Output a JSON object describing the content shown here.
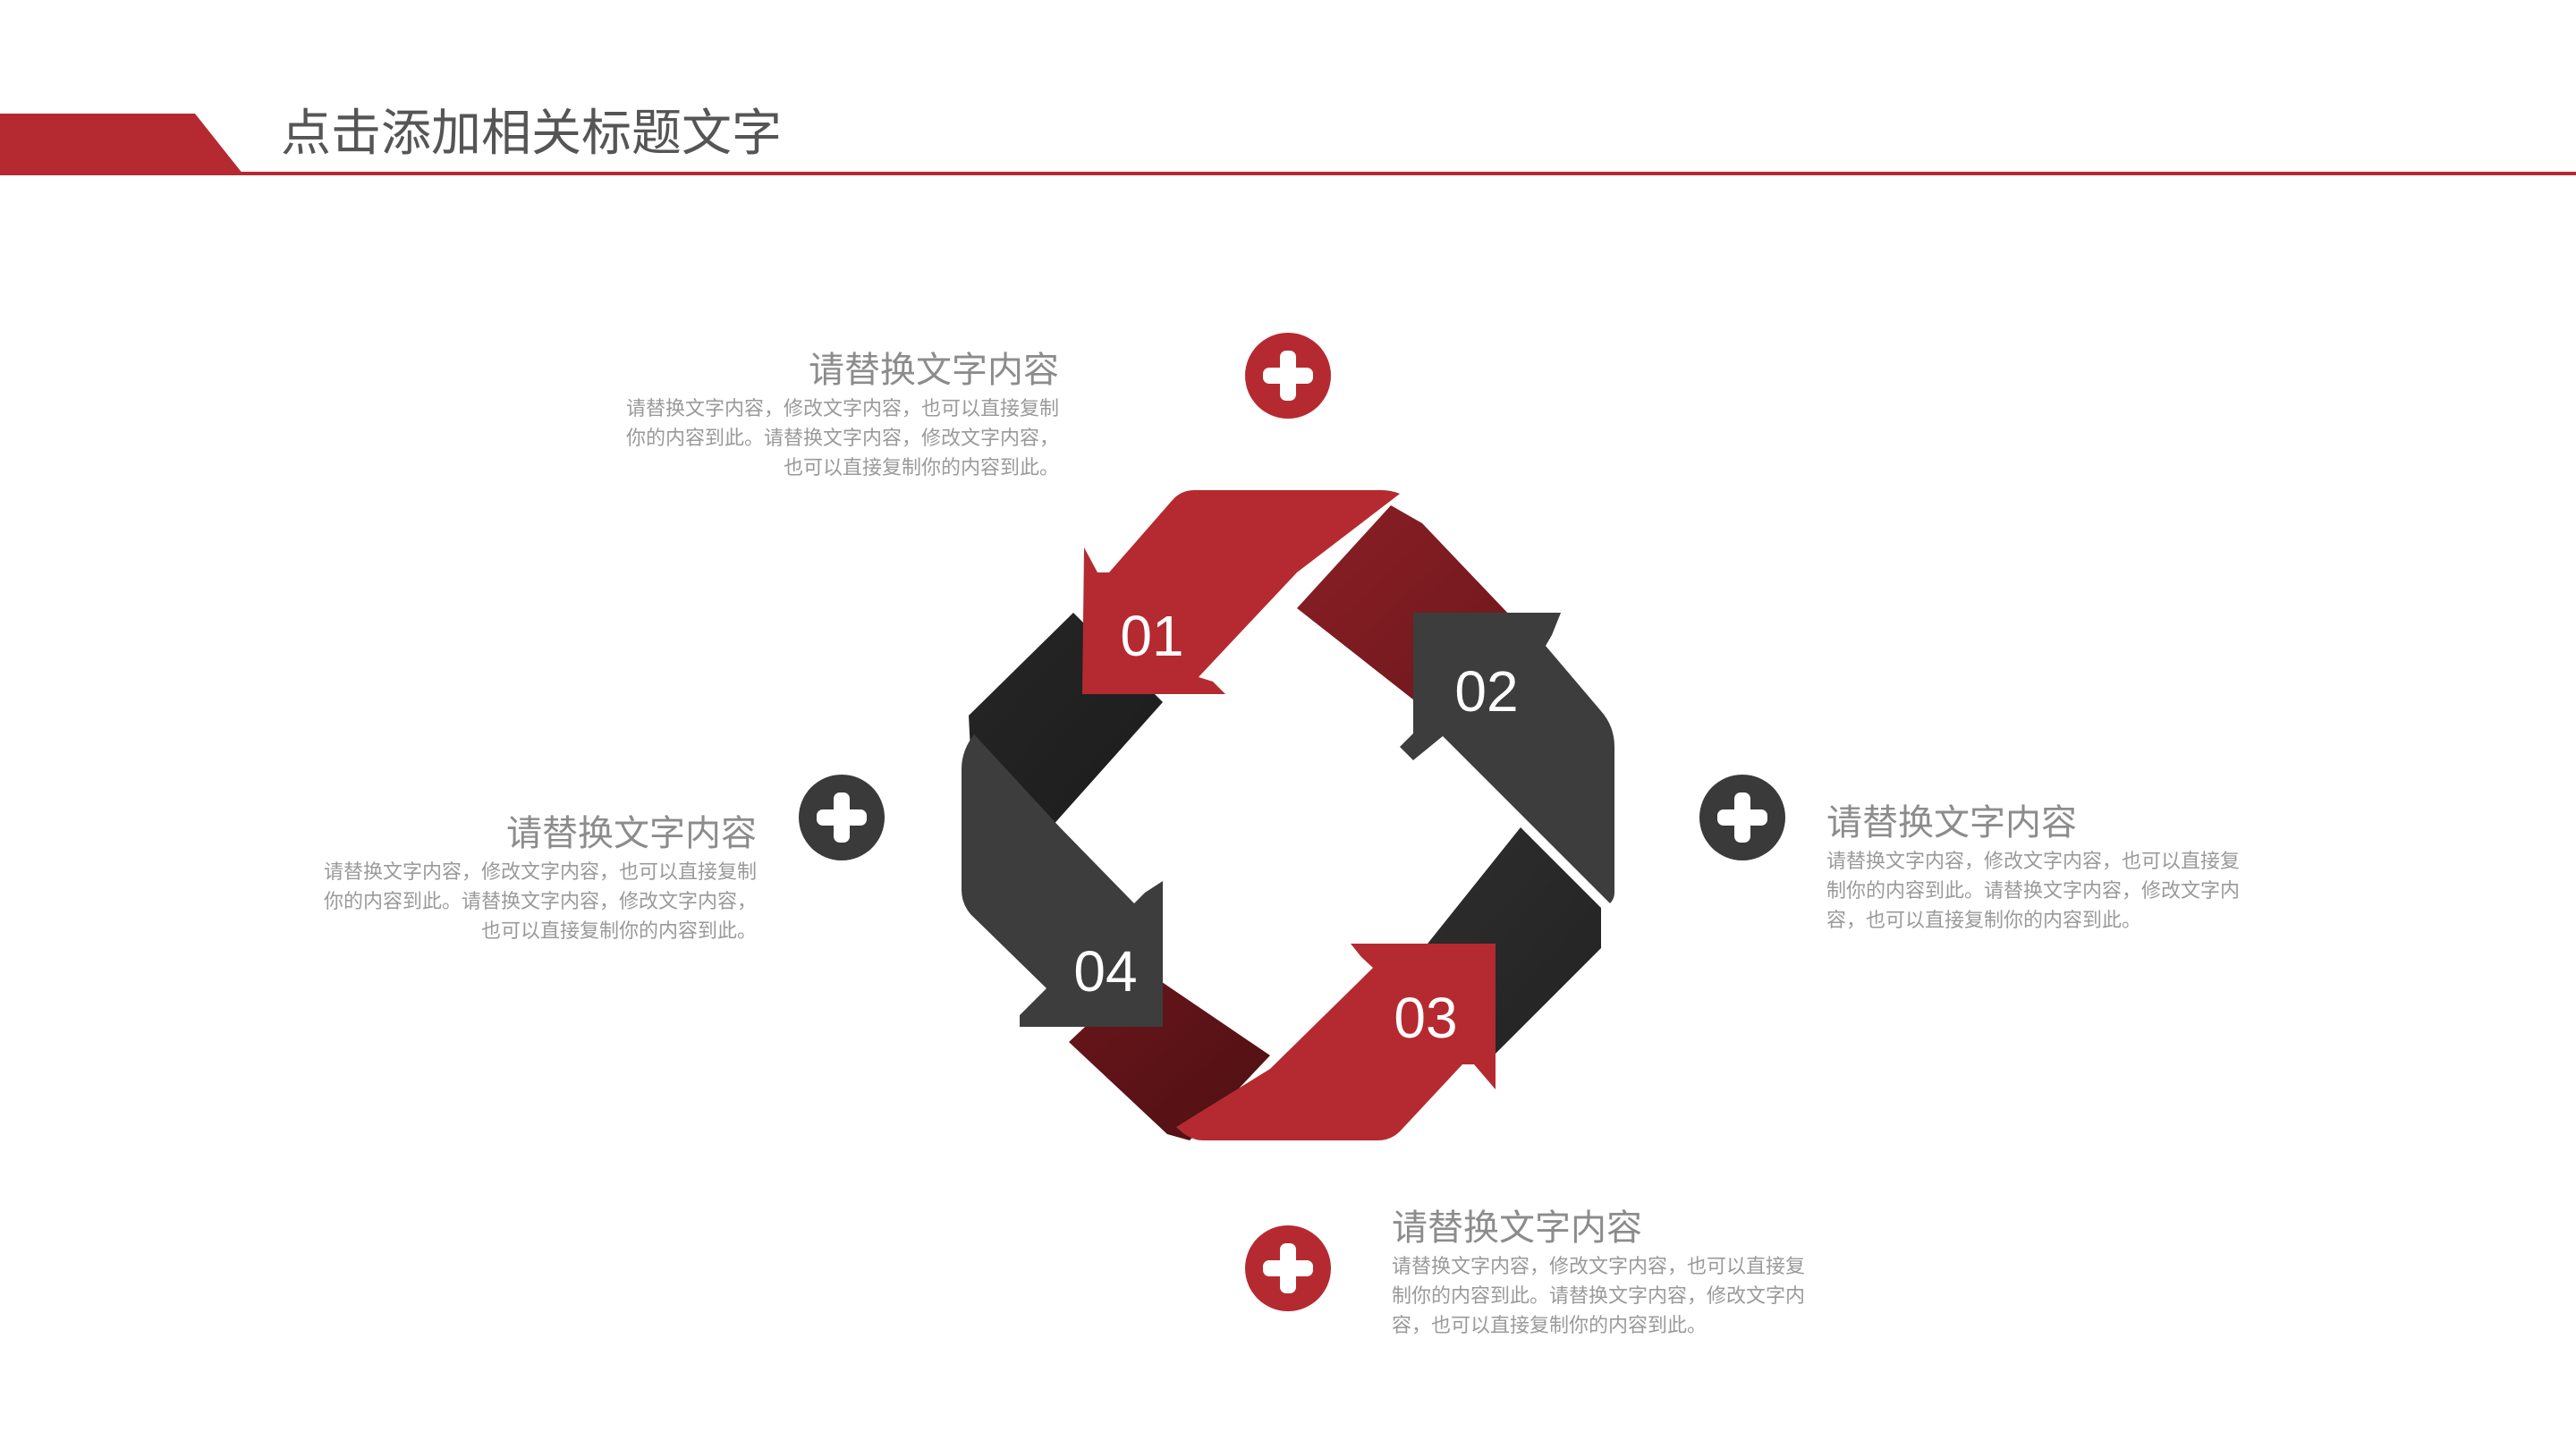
{
  "title": "点击添加相关标题文字",
  "colors": {
    "accent_red": "#b52a30",
    "dark_red": "#7a1d22",
    "dark_gray": "#3a3a3a",
    "charcoal": "#232323",
    "text_gray": "#8a8a8a"
  },
  "steps": [
    {
      "number": "01",
      "color": "red"
    },
    {
      "number": "02",
      "color": "dark"
    },
    {
      "number": "03",
      "color": "red"
    },
    {
      "number": "04",
      "color": "dark"
    }
  ],
  "blocks": {
    "top": {
      "heading": "请替换文字内容",
      "line1": "请替换文字内容，修改文字内容，也可以直接复制",
      "line2": "你的内容到此。请替换文字内容，修改文字内容，",
      "line3": "也可以直接复制你的内容到此。",
      "icon": "plus-icon"
    },
    "left": {
      "heading": "请替换文字内容",
      "line1": "请替换文字内容，修改文字内容，也可以直接复制",
      "line2": "你的内容到此。请替换文字内容，修改文字内容，",
      "line3": "也可以直接复制你的内容到此。",
      "icon": "plus-icon"
    },
    "right": {
      "heading": "请替换文字内容",
      "line1": "请替换文字内容，修改文字内容，也可以直接复",
      "line2": "制你的内容到此。请替换文字内容，修改文字内",
      "line3": "容，也可以直接复制你的内容到此。",
      "icon": "plus-icon"
    },
    "bottom": {
      "heading": "请替换文字内容",
      "line1": "请替换文字内容，修改文字内容，也可以直接复",
      "line2": "制你的内容到此。请替换文字内容，修改文字内",
      "line3": "容，也可以直接复制你的内容到此。",
      "icon": "plus-icon"
    }
  }
}
